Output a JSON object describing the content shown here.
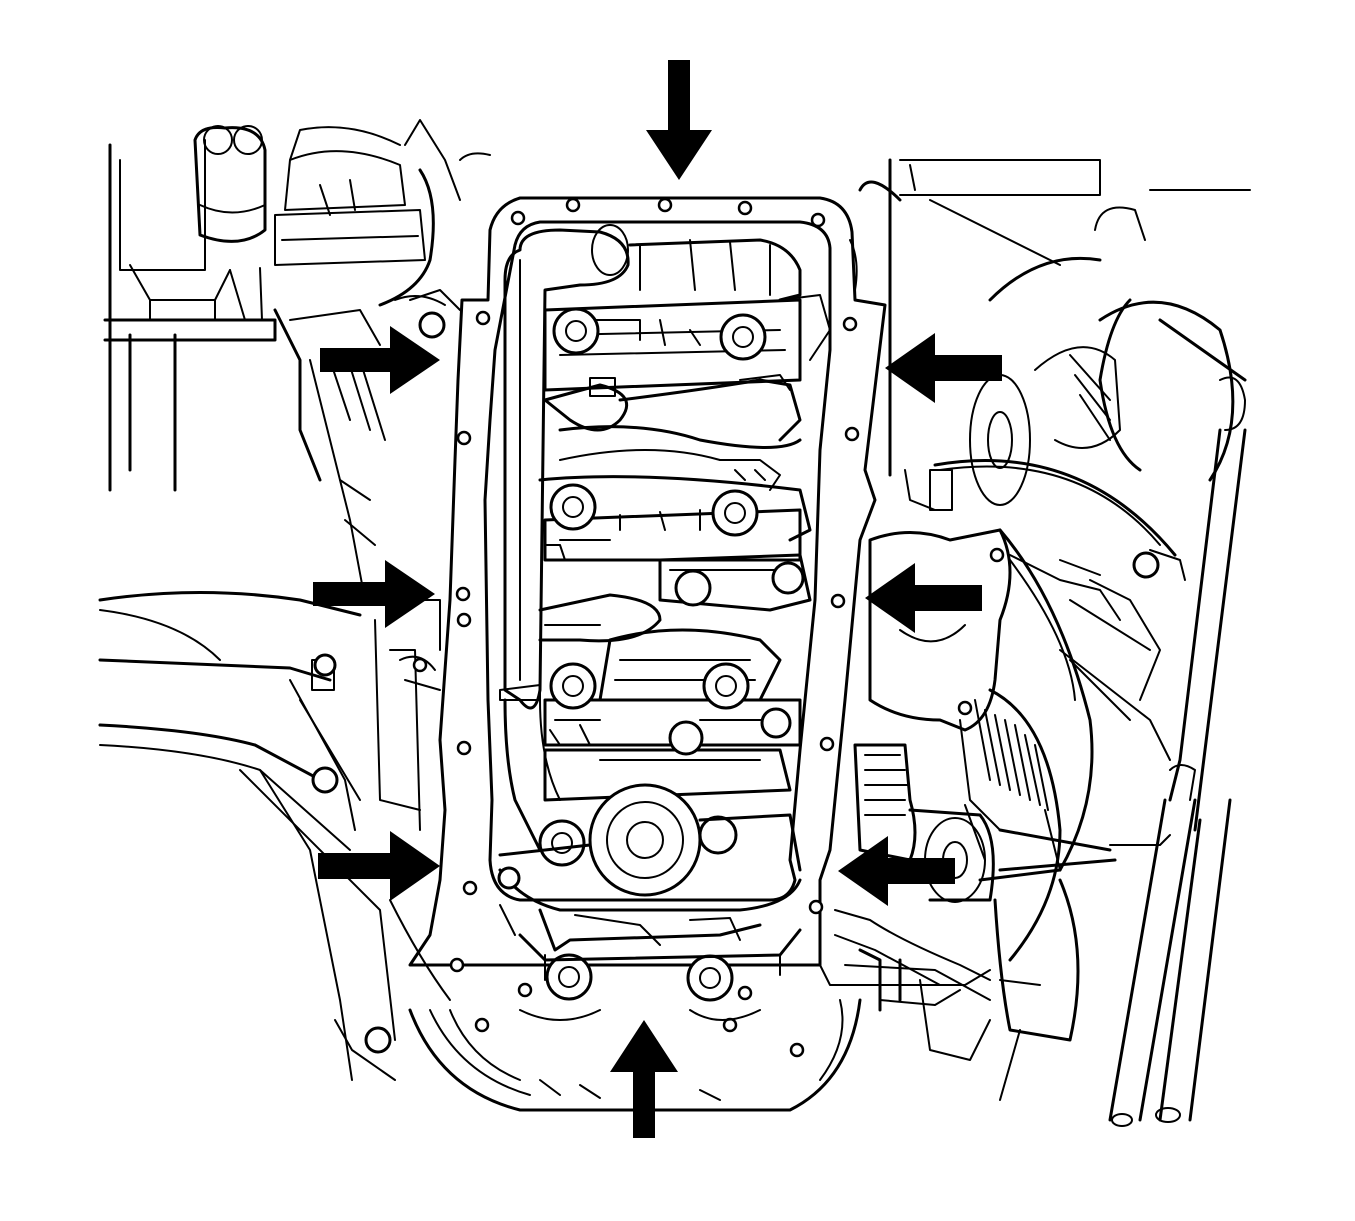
{
  "figure": {
    "background_color": "#ffffff",
    "line_color": "#000000",
    "arrow_color": "#000000",
    "callout_arrows": [
      {
        "id": "top",
        "points": "down"
      },
      {
        "id": "upper-left",
        "points": "right"
      },
      {
        "id": "upper-right",
        "points": "left"
      },
      {
        "id": "middle-left",
        "points": "right"
      },
      {
        "id": "middle-right",
        "points": "left"
      },
      {
        "id": "lower-left",
        "points": "right"
      },
      {
        "id": "lower-right",
        "points": "left"
      },
      {
        "id": "bottom",
        "points": "up"
      }
    ]
  }
}
